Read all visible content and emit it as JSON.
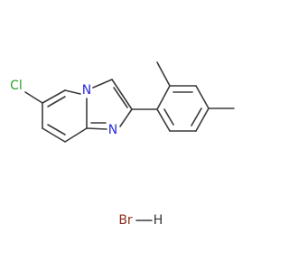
{
  "molecule": {
    "atoms": {
      "chlorine": "Cl",
      "nitrogen_bridgehead": "N",
      "nitrogen_ring": "N",
      "bromine": "Br",
      "hydrogen": "H"
    },
    "colors": {
      "chlorine": "#2fa02f",
      "nitrogen": "#2b2bdc",
      "bromine": "#8b2f1c",
      "hydrogen": "#333333",
      "bond": "#3a3a3a"
    }
  }
}
